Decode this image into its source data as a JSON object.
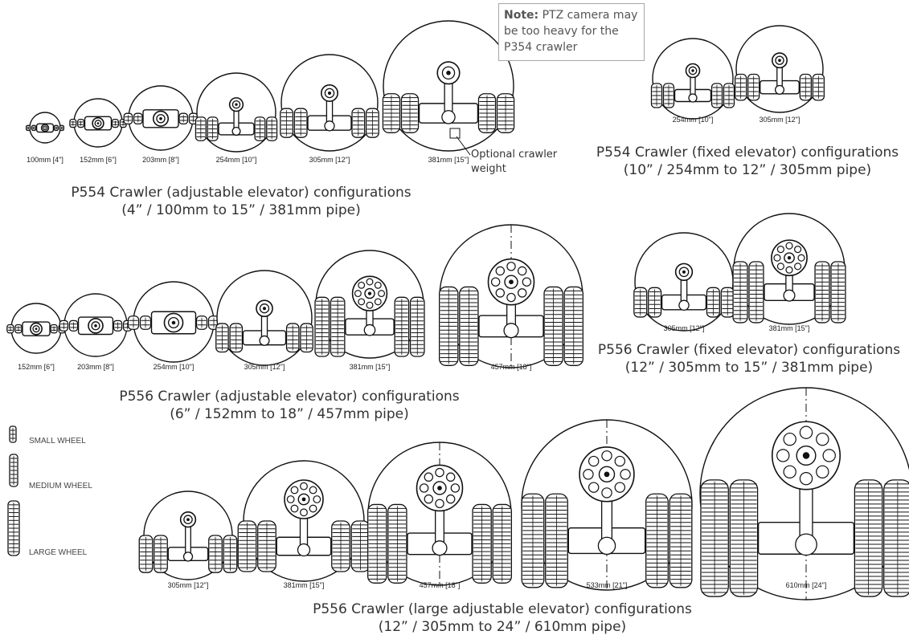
{
  "note": {
    "label": "Note:",
    "text": "PTZ camera may be too heavy for the P354 crawler"
  },
  "callout": {
    "line1": "Optional crawler",
    "line2": "weight"
  },
  "groups": [
    {
      "id": "p554-adjustable",
      "title": "P554 Crawler (adjustable elevator) configurations",
      "subtitle": "(4” / 100mm to 15” / 381mm pipe)",
      "pipes": [
        {
          "label": "100mm [4\"]",
          "wheel": "small",
          "camera": "pan",
          "layout": "low"
        },
        {
          "label": "152mm [6\"]",
          "wheel": "small",
          "camera": "pan",
          "layout": "low"
        },
        {
          "label": "203mm [8\"]",
          "wheel": "small",
          "camera": "pan",
          "layout": "low"
        },
        {
          "label": "254mm [10\"]",
          "wheel": "small",
          "camera": "pan",
          "layout": "raised"
        },
        {
          "label": "305mm [12\"]",
          "wheel": "small",
          "camera": "pan",
          "layout": "raised"
        },
        {
          "label": "381mm [15\"]",
          "wheel": "small",
          "camera": "pan",
          "layout": "raised"
        }
      ]
    },
    {
      "id": "p554-fixed",
      "title": "P554 Crawler (fixed elevator) configurations",
      "subtitle": "(10” / 254mm to 12” / 305mm pipe)",
      "pipes": [
        {
          "label": "254mm [10\"]",
          "wheel": "small",
          "camera": "pan",
          "layout": "raised"
        },
        {
          "label": "305mm [12\"]",
          "wheel": "small",
          "camera": "pan",
          "layout": "raised"
        }
      ]
    },
    {
      "id": "p556-adjustable",
      "title": "P556 Crawler (adjustable elevator) configurations",
      "subtitle": "(6” / 152mm to 18” / 457mm pipe)",
      "pipes": [
        {
          "label": "152mm [6\"]",
          "wheel": "small",
          "camera": "pan",
          "layout": "low"
        },
        {
          "label": "203mm [8\"]",
          "wheel": "small",
          "camera": "pan",
          "layout": "low"
        },
        {
          "label": "254mm [10\"]",
          "wheel": "small",
          "camera": "pan",
          "layout": "low"
        },
        {
          "label": "305mm [12\"]",
          "wheel": "small",
          "camera": "pan",
          "layout": "raised"
        },
        {
          "label": "381mm [15\"]",
          "wheel": "large",
          "camera": "ptz",
          "layout": "raised"
        },
        {
          "label": "457mm [18\"]",
          "wheel": "large",
          "camera": "ptz",
          "layout": "raised",
          "centerline": true
        }
      ]
    },
    {
      "id": "p556-fixed",
      "title": "P556 Crawler (fixed elevator) configurations",
      "subtitle": "(12” / 305mm to 15” / 381mm pipe)",
      "pipes": [
        {
          "label": "305mm [12\"]",
          "wheel": "small",
          "camera": "pan",
          "layout": "raised"
        },
        {
          "label": "381mm [15\"]",
          "wheel": "large",
          "camera": "ptz",
          "layout": "raised"
        }
      ]
    },
    {
      "id": "p556-large",
      "title": "P556 Crawler (large adjustable elevator) configurations",
      "subtitle": "(12” / 305mm to 24” / 610mm pipe)",
      "pipes": [
        {
          "label": "305mm [12\"]",
          "wheel": "medium",
          "camera": "pan",
          "layout": "tall"
        },
        {
          "label": "381mm [15\"]",
          "wheel": "medium",
          "camera": "ptz",
          "layout": "tall"
        },
        {
          "label": "457mm [18\"]",
          "wheel": "large",
          "camera": "ptz",
          "layout": "tall",
          "centerline": true
        },
        {
          "label": "533mm [21\"]",
          "wheel": "large",
          "camera": "ptz",
          "layout": "tall",
          "centerline": true
        },
        {
          "label": "610mm [24\"]",
          "wheel": "large",
          "camera": "ptz",
          "layout": "tall",
          "centerline": true
        }
      ]
    }
  ],
  "legend": [
    {
      "label": "SMALL WHEEL",
      "wheel": "small"
    },
    {
      "label": "MEDIUM WHEEL",
      "wheel": "medium"
    },
    {
      "label": "LARGE WHEEL",
      "wheel": "large"
    }
  ]
}
